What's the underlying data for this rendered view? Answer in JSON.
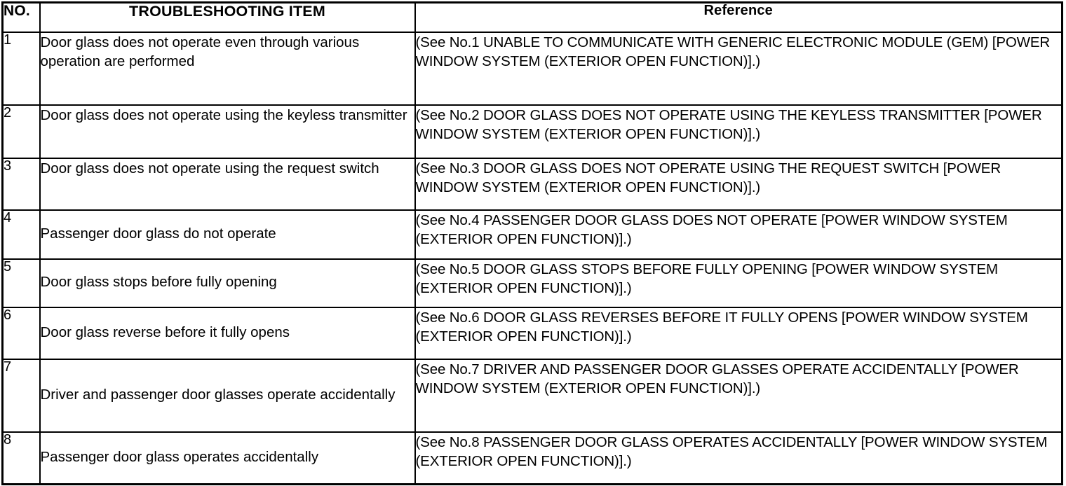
{
  "table": {
    "columns": [
      {
        "key": "no",
        "label": "NO."
      },
      {
        "key": "item",
        "label": "TROUBLESHOOTING ITEM"
      },
      {
        "key": "ref",
        "label": "Reference"
      }
    ],
    "rows": [
      {
        "no": "1",
        "item": "Door glass does not operate even through various operation are performed",
        "ref": "(See No.1 UNABLE TO COMMUNICATE WITH GENERIC ELECTRONIC MODULE (GEM) [POWER WINDOW SYSTEM (EXTERIOR OPEN FUNCTION)].)"
      },
      {
        "no": "2",
        "item": "Door glass does not operate using the keyless transmitter",
        "ref": "(See No.2 DOOR GLASS DOES NOT OPERATE USING THE KEYLESS TRANSMITTER [POWER WINDOW SYSTEM (EXTERIOR OPEN FUNCTION)].)"
      },
      {
        "no": "3",
        "item": "Door glass does not operate using the request switch",
        "ref": "(See No.3 DOOR GLASS DOES NOT OPERATE USING THE REQUEST SWITCH [POWER WINDOW SYSTEM (EXTERIOR OPEN FUNCTION)].)"
      },
      {
        "no": "4",
        "item": "Passenger door glass do not operate",
        "ref": "(See No.4 PASSENGER DOOR GLASS DOES NOT OPERATE [POWER WINDOW SYSTEM (EXTERIOR OPEN FUNCTION)].)"
      },
      {
        "no": "5",
        "item": "Door glass stops before fully opening",
        "ref": "(See No.5 DOOR GLASS STOPS BEFORE FULLY OPENING [POWER WINDOW SYSTEM (EXTERIOR OPEN FUNCTION)].)"
      },
      {
        "no": "6",
        "item": "Door glass reverse before it fully opens",
        "ref": "(See No.6 DOOR GLASS REVERSES BEFORE IT FULLY OPENS [POWER WINDOW SYSTEM (EXTERIOR OPEN FUNCTION)].)"
      },
      {
        "no": "7",
        "item": "Driver and passenger door glasses operate accidentally",
        "ref": "(See No.7 DRIVER AND PASSENGER DOOR GLASSES OPERATE ACCIDENTALLY [POWER WINDOW SYSTEM (EXTERIOR OPEN FUNCTION)].)"
      },
      {
        "no": "8",
        "item": "Passenger door glass operates accidentally",
        "ref": "(See No.8 PASSENGER DOOR GLASS OPERATES ACCIDENTALLY [POWER WINDOW SYSTEM (EXTERIOR OPEN FUNCTION)].)"
      }
    ]
  },
  "colors": {
    "border": "#000000",
    "text": "#000000",
    "background": "#ffffff"
  }
}
